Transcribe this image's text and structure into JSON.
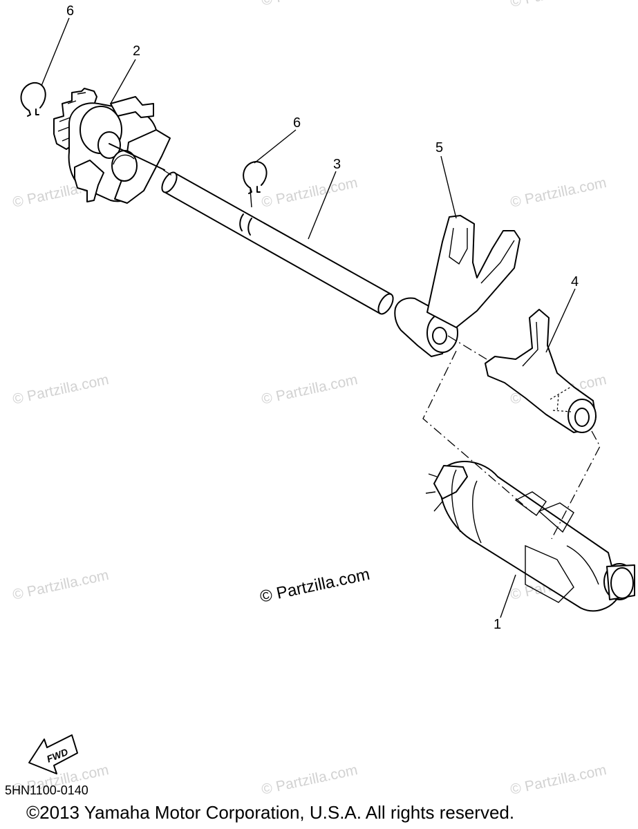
{
  "callouts": {
    "part_1": "1",
    "part_2": "2",
    "part_3": "3",
    "part_4": "4",
    "part_5": "5",
    "part_6a": "6",
    "part_6b": "6"
  },
  "watermark": {
    "text": "© Partzilla.com",
    "center_text": "© Partzilla.com",
    "color": "#d2d2d2"
  },
  "fwd_arrow": {
    "label": "FWD",
    "icon": "fwd-arrow-icon"
  },
  "footer": {
    "part_code": "5HN1100-0140",
    "copyright": "©2013 Yamaha Motor Corporation, U.S.A. All rights reserved."
  }
}
